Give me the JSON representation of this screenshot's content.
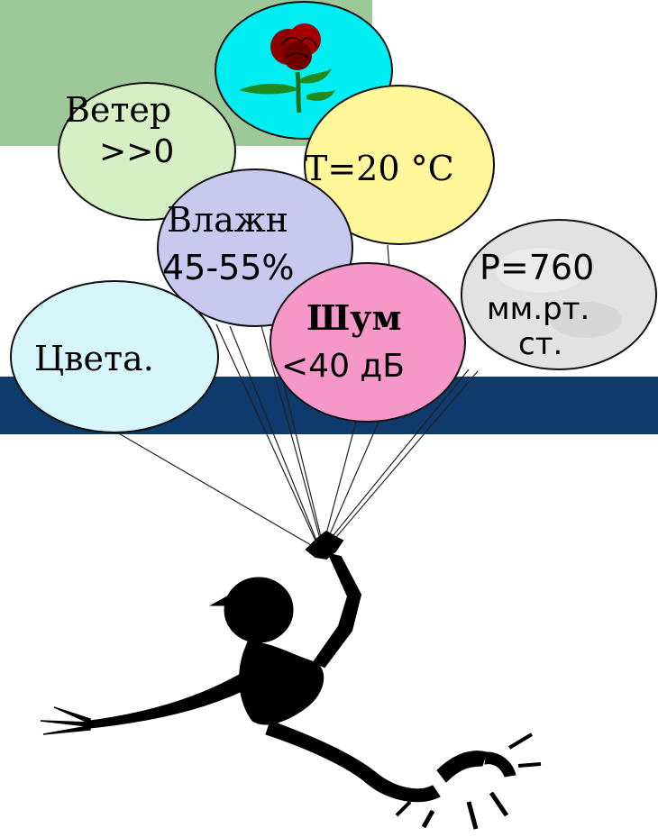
{
  "colors": {
    "green_block": "#9dc99a",
    "navy_band": "#0e3b6b",
    "rose_balloon": "#00eef2",
    "wind_balloon": "#d6f0c6",
    "temp_balloon": "#fff79a",
    "humidity_balloon": "#c9c9ef",
    "colors_balloon": "#d7f6fb",
    "noise_balloon": "#f597c8",
    "pressure_balloon": "#e2e2e2"
  },
  "balloons": {
    "rose": {
      "icon": "rose-icon"
    },
    "wind": {
      "line1": "Ветер",
      "line2": ">>0"
    },
    "temperature": {
      "text": "T=20 °C"
    },
    "humidity": {
      "line1": "Влажн",
      "line2": "45-55%"
    },
    "colors": {
      "text": "Цвета."
    },
    "noise": {
      "line1": "Шум",
      "line2": "<40 дБ"
    },
    "pressure": {
      "line1": "P=760",
      "line2": "мм.рт.",
      "line3": "ст."
    }
  },
  "figure": {
    "icon": "running-man-silhouette-icon"
  }
}
